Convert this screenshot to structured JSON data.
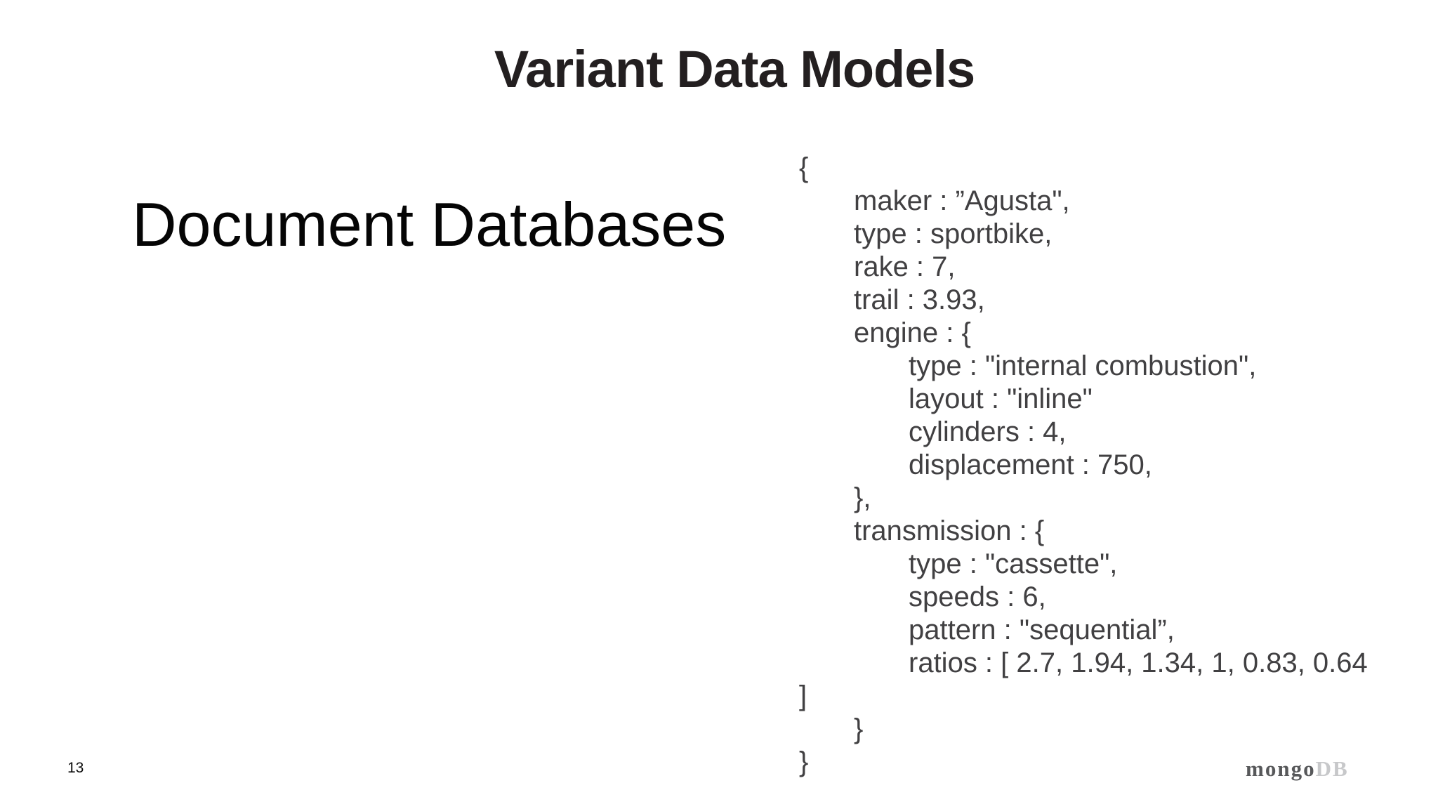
{
  "slide": {
    "title": "Variant Data Models",
    "heading": "Document Databases",
    "page_number": "13"
  },
  "logo": {
    "brand_prefix": "mongo",
    "brand_suffix": "DB",
    "prefix_color": "#57585a",
    "suffix_color": "#c7c8ca"
  },
  "code": {
    "text_color": "#414042",
    "lines": [
      {
        "indent": 0,
        "text": "{"
      },
      {
        "indent": 1,
        "text": "maker : ”Agusta\","
      },
      {
        "indent": 1,
        "text": "type : sportbike,"
      },
      {
        "indent": 1,
        "text": "rake : 7,"
      },
      {
        "indent": 1,
        "text": "trail : 3.93,"
      },
      {
        "indent": 1,
        "text": "engine : {"
      },
      {
        "indent": 2,
        "text": "type : \"internal combustion\","
      },
      {
        "indent": 2,
        "text": "layout : \"inline\""
      },
      {
        "indent": 2,
        "text": "cylinders : 4,"
      },
      {
        "indent": 2,
        "text": "displacement : 750,"
      },
      {
        "indent": 1,
        "text": "},"
      },
      {
        "indent": 1,
        "text": "transmission : {"
      },
      {
        "indent": 2,
        "text": "type : \"cassette\","
      },
      {
        "indent": 2,
        "text": "speeds : 6,"
      },
      {
        "indent": 2,
        "text": "pattern : \"sequential”,"
      },
      {
        "indent": 2,
        "text": "ratios : [ 2.7, 1.94, 1.34, 1, 0.83, 0.64"
      },
      {
        "indent": 0,
        "text": "]"
      },
      {
        "indent": 1,
        "text": "}"
      },
      {
        "indent": 0,
        "text": "}"
      }
    ]
  }
}
